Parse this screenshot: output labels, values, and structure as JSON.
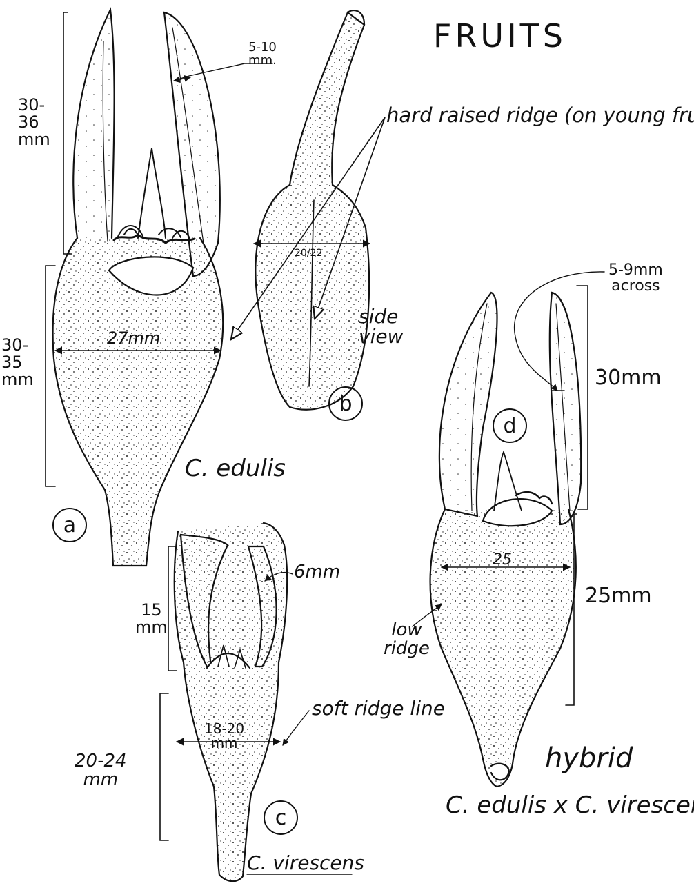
{
  "title": "FRUITS",
  "fruits": {
    "a": {
      "letter": "a",
      "species": "C. edulis",
      "lobe_length": "30-\n36\nmm",
      "lobe_width": "5-10\nmm.",
      "body_length": "30-\n35\nmm",
      "width": "27mm"
    },
    "b": {
      "letter": "b",
      "view": "side\nview",
      "width": "20/22",
      "ridge_note": "hard raised ridge (on young fruit)"
    },
    "c": {
      "letter": "c",
      "species": "C. virescens",
      "lobe_length": "15\nmm",
      "lobe_width": "6mm",
      "body_length": "20-24\nmm",
      "width": "18-20\nmm",
      "ridge_note": "soft ridge line"
    },
    "d": {
      "letter": "d",
      "type_label": "hybrid",
      "cross_label": "C. edulis x C. virescens",
      "lobe_length": "30mm",
      "lobe_width": "5-9mm\nacross",
      "body_length": "25mm",
      "width": "25",
      "ridge_note": "low\nridge"
    }
  }
}
